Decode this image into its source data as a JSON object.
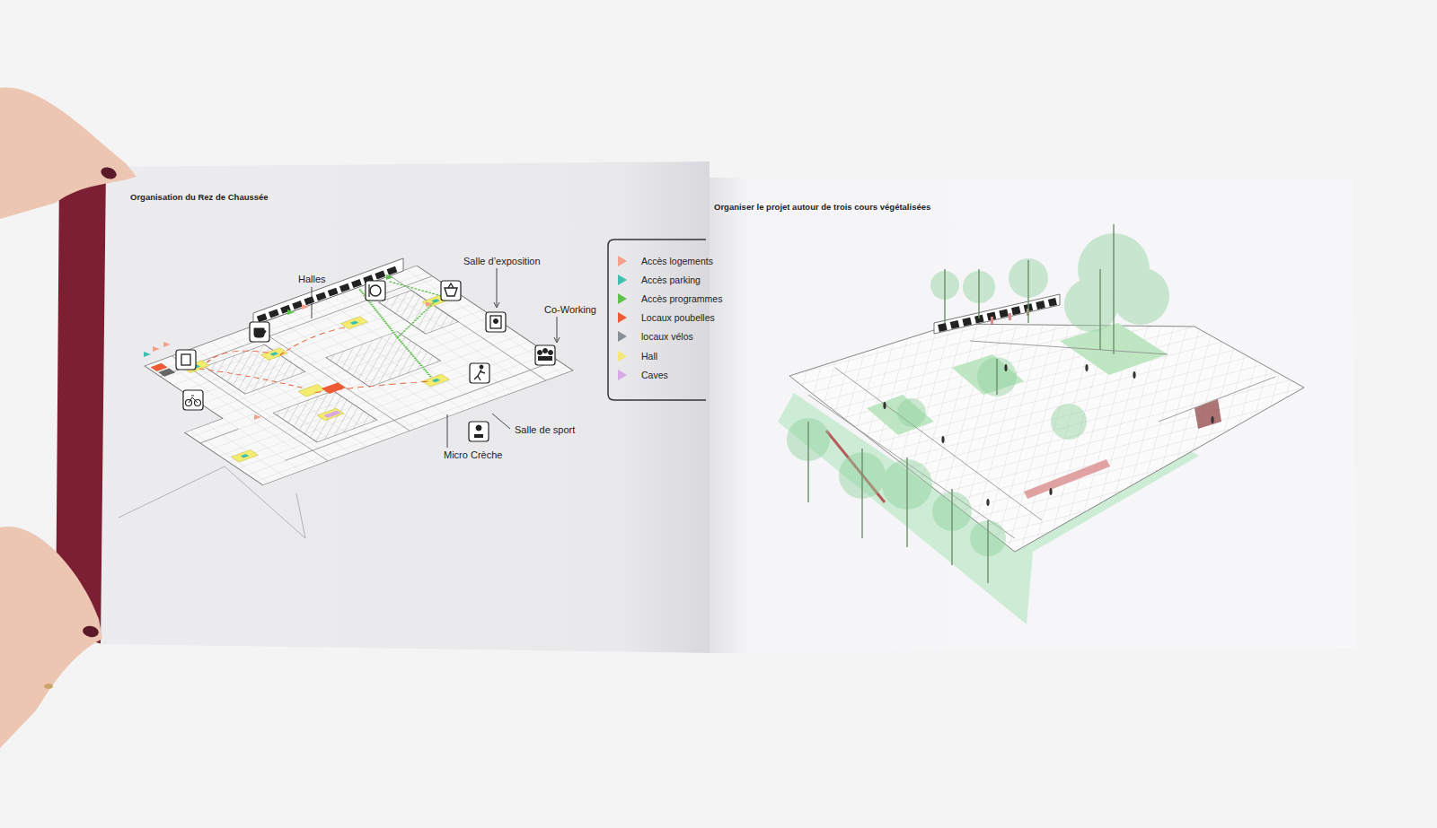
{
  "diagram": {
    "title": "Organisation du Rez de Chaussée",
    "labels": [
      "Organiser le projet autour de trois cours végétalisées",
      "Halles",
      "Salle d’exposition",
      "Co-Working",
      "Salle de sport",
      "Micro Crèche"
    ],
    "legend": [
      {
        "text": "Accès logements",
        "color": "#f4a08a"
      },
      {
        "text": "Accès parking",
        "color": "#3fbfb0"
      },
      {
        "text": "Accès programmes",
        "color": "#5cc24a"
      },
      {
        "text": "Locaux poubelles",
        "color": "#ee5a33"
      },
      {
        "text": "locaux vélos",
        "color": "#8a8f96"
      },
      {
        "text": "Hall",
        "color": "#f5e676"
      },
      {
        "text": "Caves",
        "color": "#d9a6e6"
      }
    ]
  }
}
